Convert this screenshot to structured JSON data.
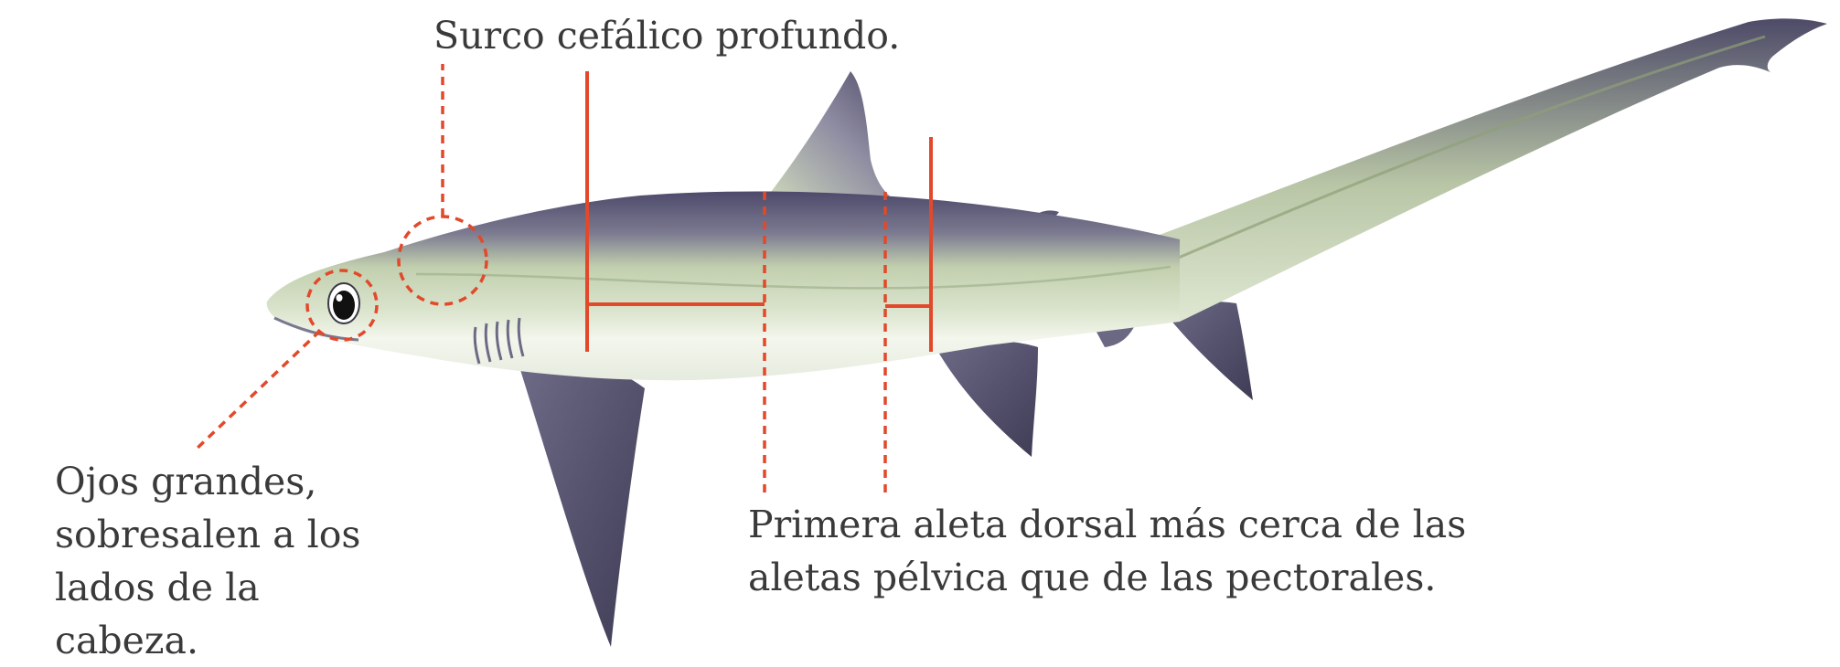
{
  "annotations": {
    "cephalic_groove": "Surco cefálico profundo.",
    "eyes": [
      "Ojos grandes,",
      "sobresalen a los",
      "lados de la",
      "cabeza."
    ],
    "dorsal_fin": [
      "Primera aleta dorsal más cerca de las",
      "aletas pélvica que de las pectorales."
    ]
  },
  "colors": {
    "annotation_red": "#e2492b",
    "text": "#3a3a3a",
    "shark_dark": "#5c5a7a",
    "shark_mid": "#c8d3b6",
    "shark_belly": "#f4f6ee"
  }
}
